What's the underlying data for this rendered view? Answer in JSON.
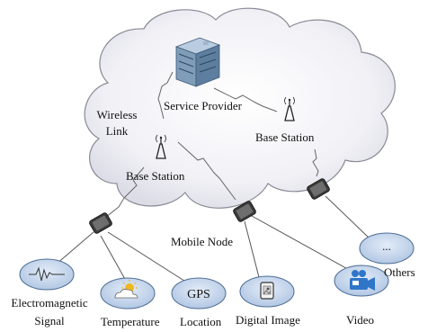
{
  "labels": {
    "service_provider": "Service Provider",
    "wireless_link_1": "Wireless",
    "wireless_link_2": "Link",
    "base_station_left": "Base Station",
    "base_station_right": "Base Station",
    "mobile_node": "Mobile Node",
    "electromagnetic_1": "Electromagnetic",
    "electromagnetic_2": "Signal",
    "temperature": "Temperature",
    "location": "Location",
    "digital_image": "Digital Image",
    "video": "Video",
    "others": "Others"
  },
  "bubbles": {
    "gps": "GPS",
    "others_dots": "..."
  },
  "icons": {
    "server": "server-rack-icon",
    "antenna": "antenna-icon",
    "phone": "mobile-phone-icon",
    "signal": "waveform-icon",
    "weather": "sun-cloud-icon",
    "image": "photo-icon",
    "camera": "video-camera-icon"
  },
  "colors": {
    "cloud_fill": "#eeeef4",
    "cloud_stroke": "#8a8a96",
    "bubble_fill": "#c5d6ec",
    "bubble_stroke": "#4a6a92",
    "server": "#7f9db8",
    "camera": "#2f76c8",
    "sun": "#f1b81e"
  }
}
